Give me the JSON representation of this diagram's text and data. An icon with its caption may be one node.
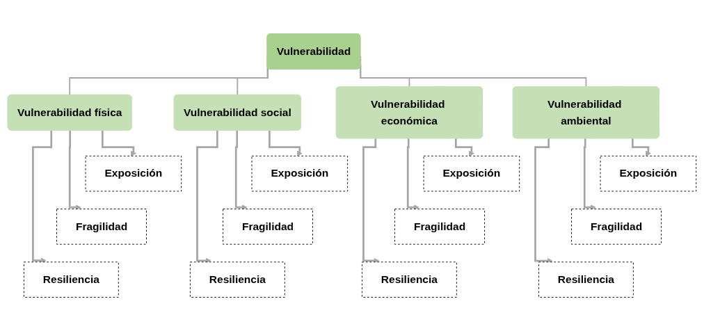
{
  "diagram": {
    "nodes": [
      {
        "text": [
          "Vulnerabilidad"
        ]
      },
      {
        "text": [
          "Vulnerabilidad física"
        ]
      },
      {
        "text": [
          "Exposición"
        ]
      },
      {
        "text": [
          "Fragilidad"
        ]
      },
      {
        "text": [
          "Resiliencia"
        ]
      },
      {
        "text": [
          "Vulnerabilidad social"
        ]
      },
      {
        "text": [
          "Exposición"
        ]
      },
      {
        "text": [
          "Fragilidad"
        ]
      },
      {
        "text": [
          "Resiliencia"
        ]
      },
      {
        "text": [
          "Vulnerabilidad económica"
        ]
      },
      {
        "text": [
          "Exposición"
        ]
      },
      {
        "text": [
          "Fragilidad"
        ]
      },
      {
        "text": [
          "Resiliencia"
        ]
      },
      {
        "text": [
          "Vulnerabilidad ambiental"
        ]
      },
      {
        "text": [
          "Exposición"
        ]
      },
      {
        "text": [
          "Fragilidad"
        ]
      },
      {
        "text": [
          "Resiliencia"
        ]
      }
    ],
    "edges": [
      {
        "from": 0,
        "to": 1,
        "arrow": "none"
      },
      {
        "from": 0,
        "to": 5,
        "arrow": "none"
      },
      {
        "from": 0,
        "to": 9,
        "arrow": "none"
      },
      {
        "from": 0,
        "to": 13,
        "arrow": "none"
      },
      {
        "from": 1,
        "to": 2,
        "arrow": "to"
      },
      {
        "from": 1,
        "to": 3,
        "arrow": "to"
      },
      {
        "from": 1,
        "to": 4,
        "arrow": "to"
      },
      {
        "from": 5,
        "to": 6,
        "arrow": "to"
      },
      {
        "from": 5,
        "to": 7,
        "arrow": "to"
      },
      {
        "from": 5,
        "to": 8,
        "arrow": "to"
      },
      {
        "from": 9,
        "to": 10,
        "arrow": "to"
      },
      {
        "from": 9,
        "to": 11,
        "arrow": "to"
      },
      {
        "from": 9,
        "to": 12,
        "arrow": "to"
      },
      {
        "from": 13,
        "to": 14,
        "arrow": "to"
      },
      {
        "from": 13,
        "to": 15,
        "arrow": "to"
      },
      {
        "from": 13,
        "to": 16,
        "arrow": "to"
      }
    ]
  }
}
